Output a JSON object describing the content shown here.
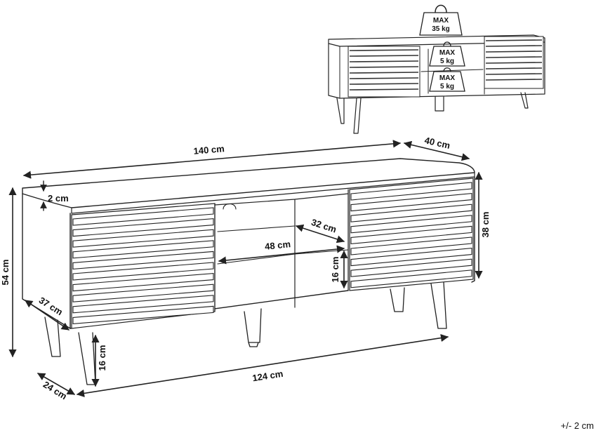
{
  "dimensions": {
    "width": "140 cm",
    "depth": "40 cm",
    "top_thickness": "2 cm",
    "total_height": "54 cm",
    "body_height": "38 cm",
    "shelf_depth": "32 cm",
    "shelf_width": "48 cm",
    "compartment_height": "16 cm",
    "side_depth": "37 cm",
    "leg_height": "16 cm",
    "leg_span_depth": "24 cm",
    "leg_span_width": "124 cm"
  },
  "tolerance": "+/- 2 cm",
  "load_limits": {
    "top": {
      "label": "MAX",
      "value": "35 kg"
    },
    "shelf_upper": {
      "label": "MAX",
      "value": "5 kg"
    },
    "shelf_lower": {
      "label": "MAX",
      "value": "5 kg"
    }
  }
}
